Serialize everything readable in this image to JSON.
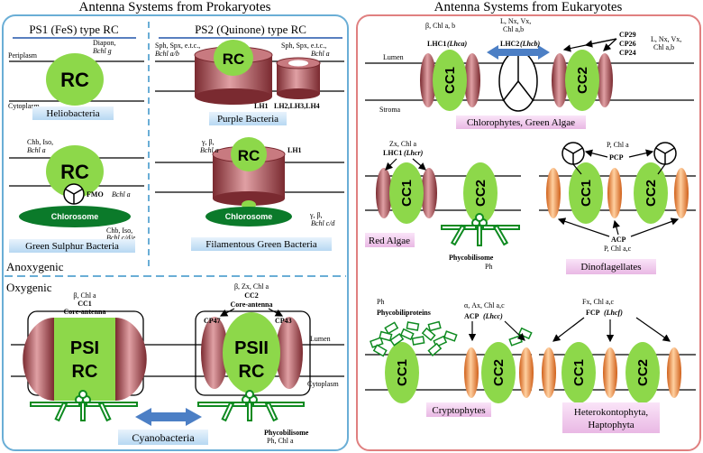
{
  "colors": {
    "left_panel_border": "#6aaed6",
    "right_panel_border": "#e08080",
    "rc_green": "#8dd84a",
    "chlorosome_green": "#0b7a2a",
    "lh_red": "#a24045",
    "orange": "#f08a30",
    "label_blue": "#cfe6f7",
    "label_pink": "#f2c8ee",
    "arrow_blue": "#4c7fc5",
    "header_underline": "#2255aa"
  },
  "left": {
    "title": "Antenna Systems from Prokaryotes",
    "ps1_header": "PS1 (FeS) type RC",
    "ps2_header": "PS2 (Quinone) type RC",
    "helio": {
      "pigments_1": "Diapon,",
      "pigments_2": "Bchl g",
      "periplasm": "Periplasm",
      "cytoplasm": "Cytoplasm",
      "rc": "RC",
      "name": "Heliobacteria"
    },
    "gsb": {
      "pigments_1": "Chb, Iso,",
      "pigments_2": "Bchl a",
      "rc": "RC",
      "fmo": "FMO",
      "fmo_pig": "Bchl a",
      "chlorosome": "Chlorosome",
      "chl_pig_1": "Chb, Iso,",
      "chl_pig_2": "Bchl c/d/e",
      "name": "Green Sulphur Bacteria"
    },
    "purple": {
      "pig_left_1": "Sph, Spx, e.t.c.,",
      "pig_left_2": "Bchl a/b",
      "pig_right_1": "Sph, Spx, e.t.c.,",
      "pig_right_2": "Bchl a",
      "rc": "RC",
      "lh1": "LH1",
      "lh234": "LH2,LH3,LH4",
      "name": "Purple Bacteria"
    },
    "fgb": {
      "pig_1": "γ, β,",
      "pig_2": "Bchl a",
      "rc": "RC",
      "lh1": "LH1",
      "chlorosome": "Chlorosome",
      "chl_pig_1": "γ, β,",
      "chl_pig_2": "Bchl c/d",
      "name": "Filamentous Green Bacteria"
    },
    "anoxygenic": "Anoxygenic",
    "oxygenic": "Oxygenic",
    "cyano": {
      "cc1_pig": "β, Chl a",
      "cc1": "CC1",
      "cc1_core": "Core-antenna",
      "psi_1": "PSI",
      "psi_2": "RC",
      "cc2_pig": "β, Zx, Chl a",
      "cc2": "CC2",
      "cc2_core": "Core-antenna",
      "cp47": "CP47",
      "cp43": "CP43",
      "psii_1": "PSII",
      "psii_2": "RC",
      "lumen": "Lumen",
      "cytoplasm": "Cytoplasm",
      "phycobilisome": "Phycobilisome",
      "pbs_pig": "Ph, Chl a",
      "name": "Cyanobacteria"
    }
  },
  "right": {
    "title": "Antenna Systems from Eukaryotes",
    "green": {
      "lumen": "Lumen",
      "stroma": "Stroma",
      "lhc1_pig": "β, Chl a, b",
      "lhc1": "LHC1",
      "lhc1_i": "(Lhca)",
      "lhc2_pig_1": "L, Nx, Vx,",
      "lhc2_pig_2": "Chl a,b",
      "lhc2": "LHC2",
      "lhc2_i": "(Lhcb)",
      "cp29": "CP29",
      "cp26": "CP26",
      "cp24": "CP24",
      "cp_pig_1": "L, Nx, Vx,",
      "cp_pig_2": "Chl a,b",
      "cc1": "CC1",
      "cc2": "CC2",
      "name": "Chlorophytes, Green Algae"
    },
    "red": {
      "pig": "Zx, Chl a",
      "lhcr": "LHC1",
      "lhcr_i": "(Lhcr)",
      "cc1": "CC1",
      "cc2": "CC2",
      "pbs": "Phycobilisome",
      "pbs_pig": "Ph",
      "name": "Red Algae"
    },
    "dino": {
      "pcp_pig": "P, Chl a",
      "pcp": "PCP",
      "cc1": "CC1",
      "cc2": "CC2",
      "acp": "ACP",
      "acp_pig": "P, Chl a,c",
      "name": "Dinoflagellates"
    },
    "crypto": {
      "pp_pig": "Ph",
      "pp": "Phycobiliproteins",
      "acp_pig": "α, Ax, Chl a,c",
      "acp": "ACP",
      "acp_i": "(Lhcc)",
      "cc1": "CC1",
      "cc2": "CC2",
      "name": "Cryptophytes"
    },
    "hetero": {
      "fcp_pig": "Fx, Chl a,c",
      "fcp": "FCP",
      "fcp_i": "(Lhcf)",
      "cc1": "CC1",
      "cc2": "CC2",
      "name_1": "Heterokontophyta,",
      "name_2": "Haptophyta"
    }
  }
}
